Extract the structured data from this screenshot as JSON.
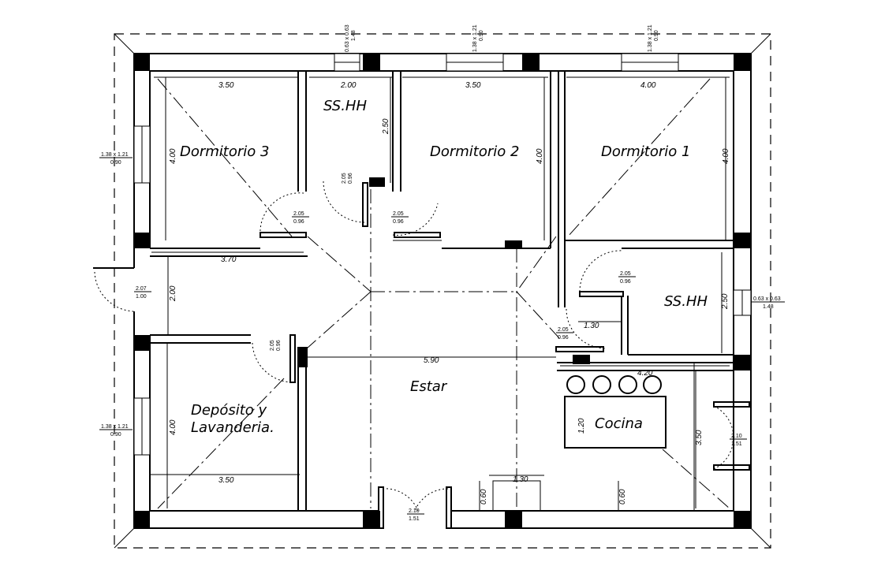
{
  "rooms": {
    "dorm3": "Dormitorio  3",
    "sshh_top": "SS.HH",
    "dorm2": "Dormitorio  2",
    "dorm1": "Dormitorio  1",
    "sshh_right": "SS.HH",
    "estar": "Estar",
    "deposito_1": "Depósito  y",
    "deposito_2": "Lavanderia.",
    "cocina": "Cocina"
  },
  "dimensions": {
    "d3_w": "3.50",
    "d3_h": "4.00",
    "sshh_w": "2.00",
    "sshh_h": "2.50",
    "d2_w": "3.50",
    "d2_h": "4.00",
    "d1_w": "4.00",
    "d1_h": "4.00",
    "corr_w": "3.70",
    "corr_h": "2.00",
    "dep_w": "3.50",
    "dep_h": "4.00",
    "estar_w": "5.90",
    "sshh2_w": "1.30",
    "sshh2_h": "2.50",
    "cocina_w": "4.20",
    "cocina_h": "3.50",
    "island_h": "1.20",
    "bottom_w": "1.30",
    "sill_a": "0.60",
    "sill_b": "0.60"
  },
  "doors": {
    "d3_top": "2.05",
    "d3_bot": "0.96",
    "sshh_top": "2.05",
    "sshh_bot": "0.96",
    "d2_top": "2.05",
    "d2_bot": "0.96",
    "entry_left_top": "2.07",
    "entry_left_bot": "1.00",
    "dep_top": "2.05",
    "dep_bot": "0.96",
    "sshh2_top": "2.05",
    "sshh2_bot": "0.96",
    "kitchen_top": "2.05",
    "kitchen_bot": "0.96",
    "main_top": "2.10",
    "main_bot": "1.51",
    "right_top": "2.10",
    "right_bot": "1.51"
  },
  "windows": {
    "top1_a": "0.63 x 0.63",
    "top1_b": "1.48",
    "top2_a": "1.38 x 1.21",
    "top2_b": "0.90",
    "top3_a": "1.38 x 1.21",
    "top3_b": "0.90",
    "left1_a": "1.38 x 1.21",
    "left1_b": "0.90",
    "left2_a": "1.38 x 1.21",
    "left2_b": "0.90",
    "right1_a": "0.63 x 0.63",
    "right1_b": "1.48"
  }
}
